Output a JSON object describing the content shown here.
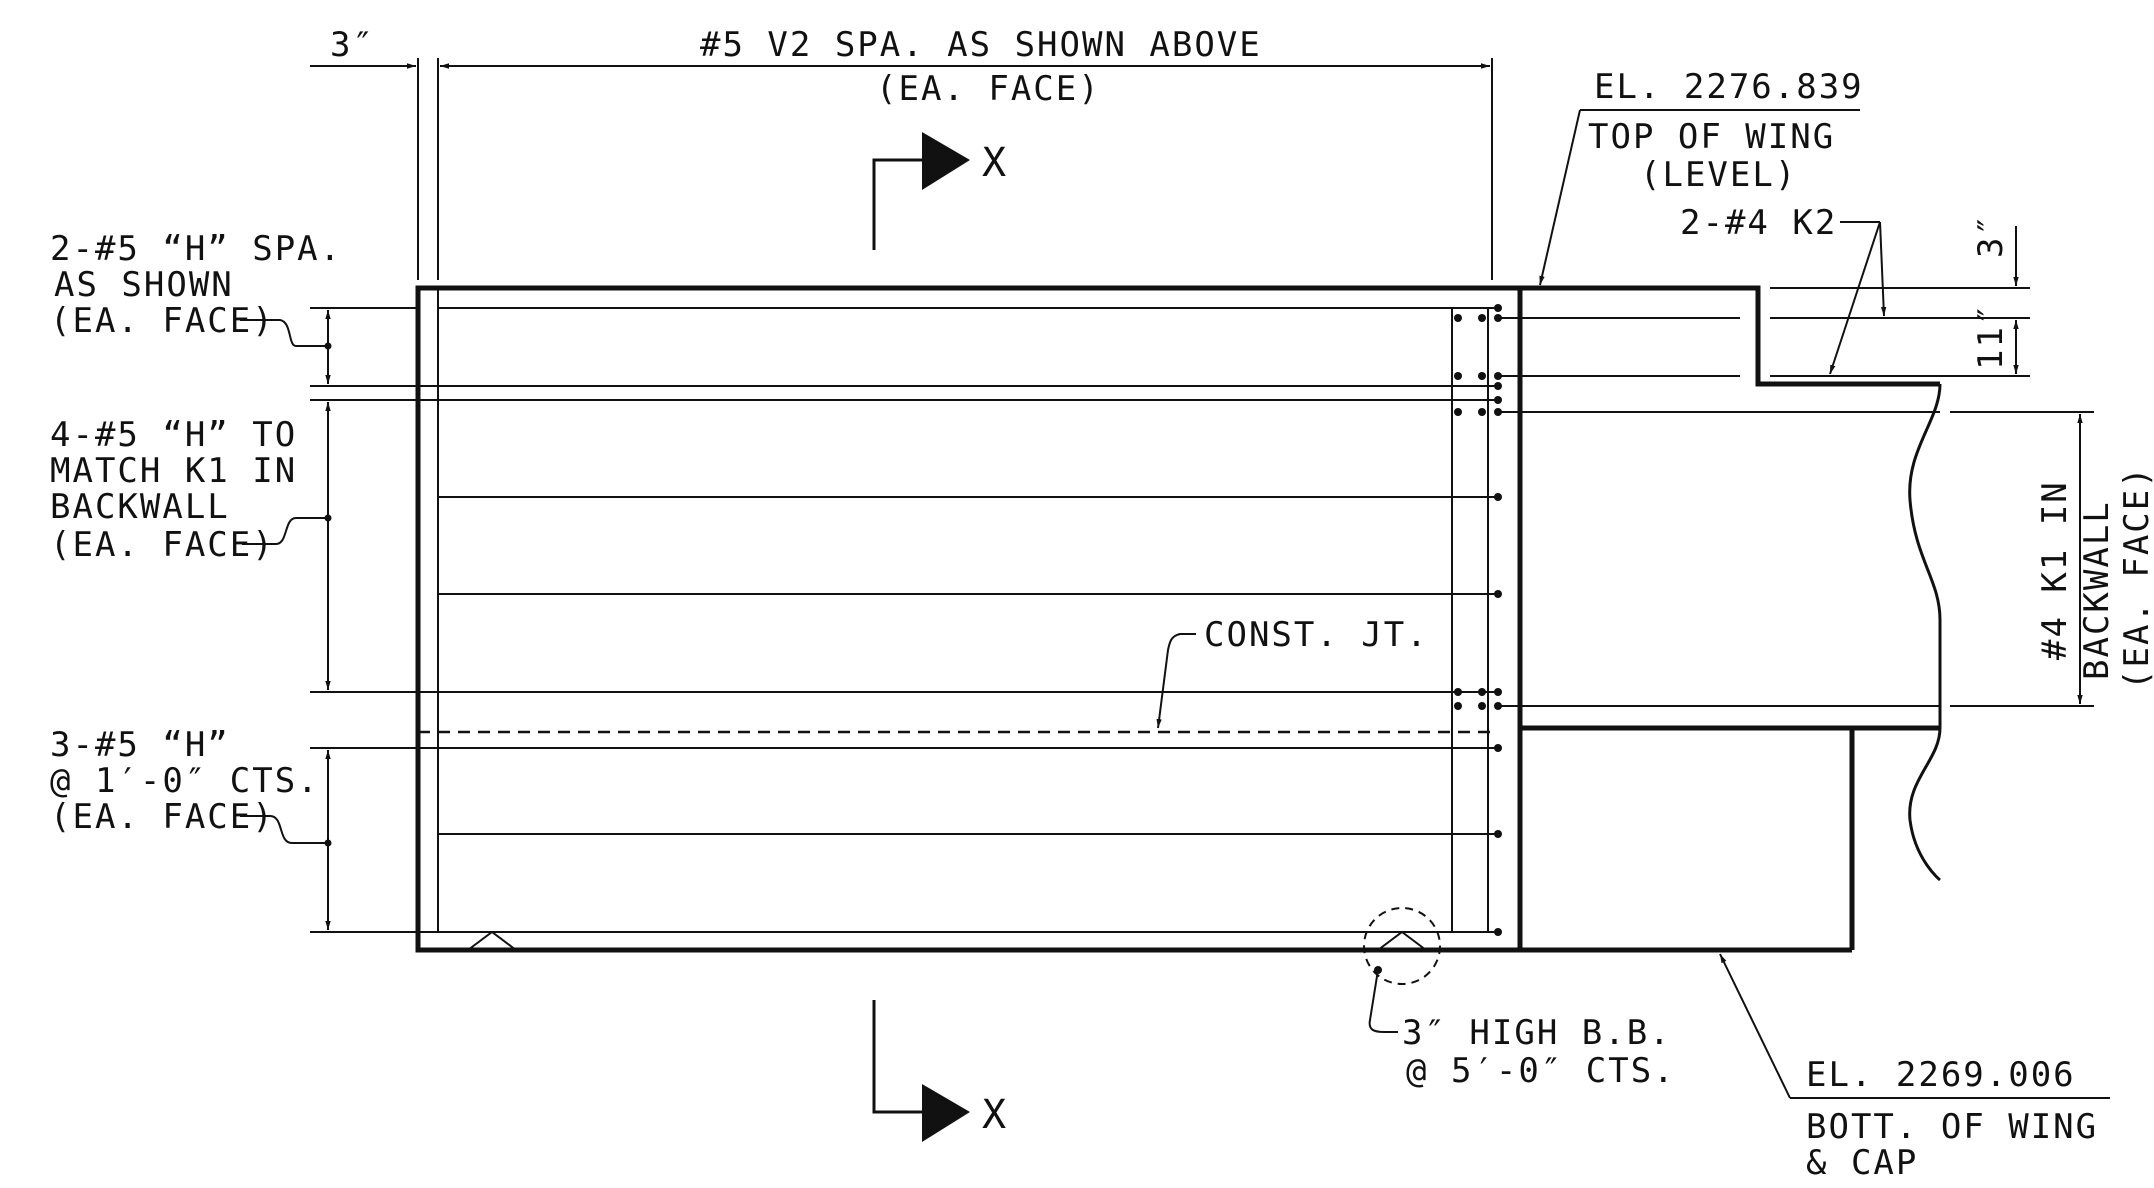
{
  "drawing": {
    "top_cover": "3″",
    "v2_bars": "#5 V2 SPA. AS SHOWN ABOVE",
    "v2_bars_face": "(EA. FACE)",
    "section_mark": "X",
    "top_elevation": "EL. 2276.839",
    "top_elevation_desc_1": "TOP OF WING",
    "top_elevation_desc_2": "(LEVEL)",
    "k2_bars": "2-#4 K2",
    "k2_cover": "3″",
    "k2_spacing": "11″",
    "h_bars_top": [
      "2-#5 “H” SPA.",
      "AS SHOWN",
      "(EA. FACE)"
    ],
    "h_bars_mid": [
      "4-#5 “H” TO",
      "MATCH K1 IN",
      "BACKWALL",
      "(EA. FACE)"
    ],
    "h_bars_bottom": [
      "3-#5 “H”",
      "@ 1′-0″ CTS.",
      "(EA. FACE)"
    ],
    "construction_joint": "CONST. JT.",
    "k1_bars": [
      "#4 K1 IN",
      "BACKWALL",
      "(EA. FACE)"
    ],
    "bar_supports": [
      "3″ HIGH B.B.",
      "@ 5′-0″ CTS."
    ],
    "bottom_elevation": "EL. 2269.006",
    "bottom_elevation_desc": [
      "BOTT. OF WING",
      "& CAP"
    ]
  }
}
